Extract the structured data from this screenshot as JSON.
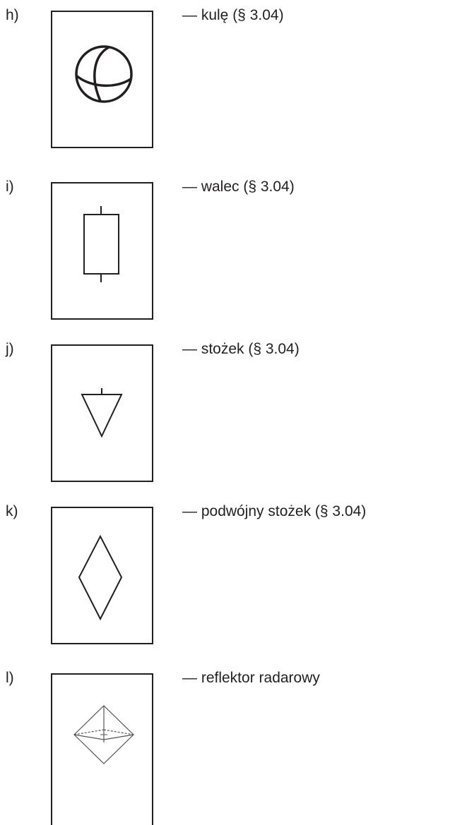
{
  "items": [
    {
      "letter": "h)",
      "shape_icon": "sphere-icon",
      "description": "— kulę (§ 3.04)"
    },
    {
      "letter": "i)",
      "shape_icon": "cylinder-icon",
      "description": "— walec (§ 3.04)"
    },
    {
      "letter": "j)",
      "shape_icon": "cone-icon",
      "description": "— stożek (§ 3.04)"
    },
    {
      "letter": "k)",
      "shape_icon": "double-cone-icon",
      "description": "— podwójny stożek (§ 3.04)"
    },
    {
      "letter": "l)",
      "shape_icon": "radar-reflector-icon",
      "description": "— reflektor radarowy"
    }
  ],
  "colors": {
    "ink": "#231f20",
    "reflector_line": "#555555",
    "background": "#ffffff"
  }
}
